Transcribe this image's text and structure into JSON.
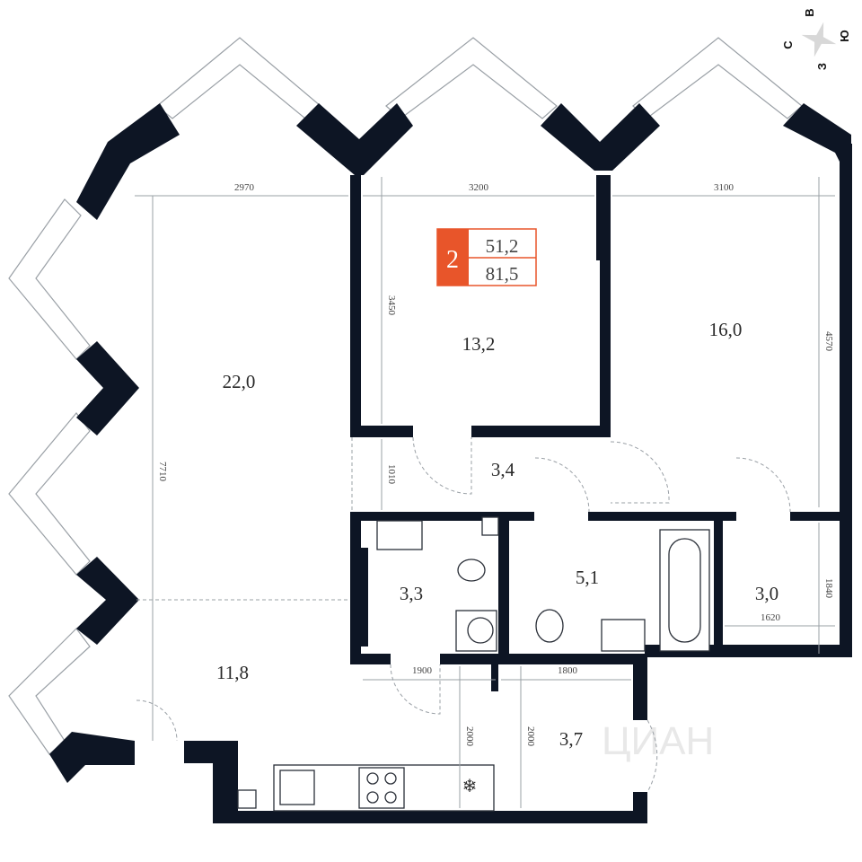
{
  "compass": {
    "north": "С",
    "east": "В",
    "south": "Ю",
    "west": "З"
  },
  "badge": {
    "rooms": "2",
    "living_area": "51,2",
    "total_area": "81,5",
    "accent_color": "#e8552a"
  },
  "rooms": {
    "living": "22,0",
    "bedroom1": "13,2",
    "bedroom2": "16,0",
    "hall": "3,4",
    "wc": "3,3",
    "bathroom": "5,1",
    "closet": "3,0",
    "kitchen": "11,8",
    "entrance": "3,7"
  },
  "dimensions": {
    "living_width": "2970",
    "bedroom1_width": "3200",
    "bedroom2_width": "3100",
    "bedroom1_depth": "3450",
    "bedroom2_depth": "4570",
    "living_depth": "7710",
    "hall_depth": "1010",
    "wc_width": "1900",
    "entrance_width": "1800",
    "corridor_depth": "2000",
    "entrance_depth": "2000",
    "closet_depth": "1840",
    "closet_width": "1620"
  },
  "watermark": "ЦИАН"
}
